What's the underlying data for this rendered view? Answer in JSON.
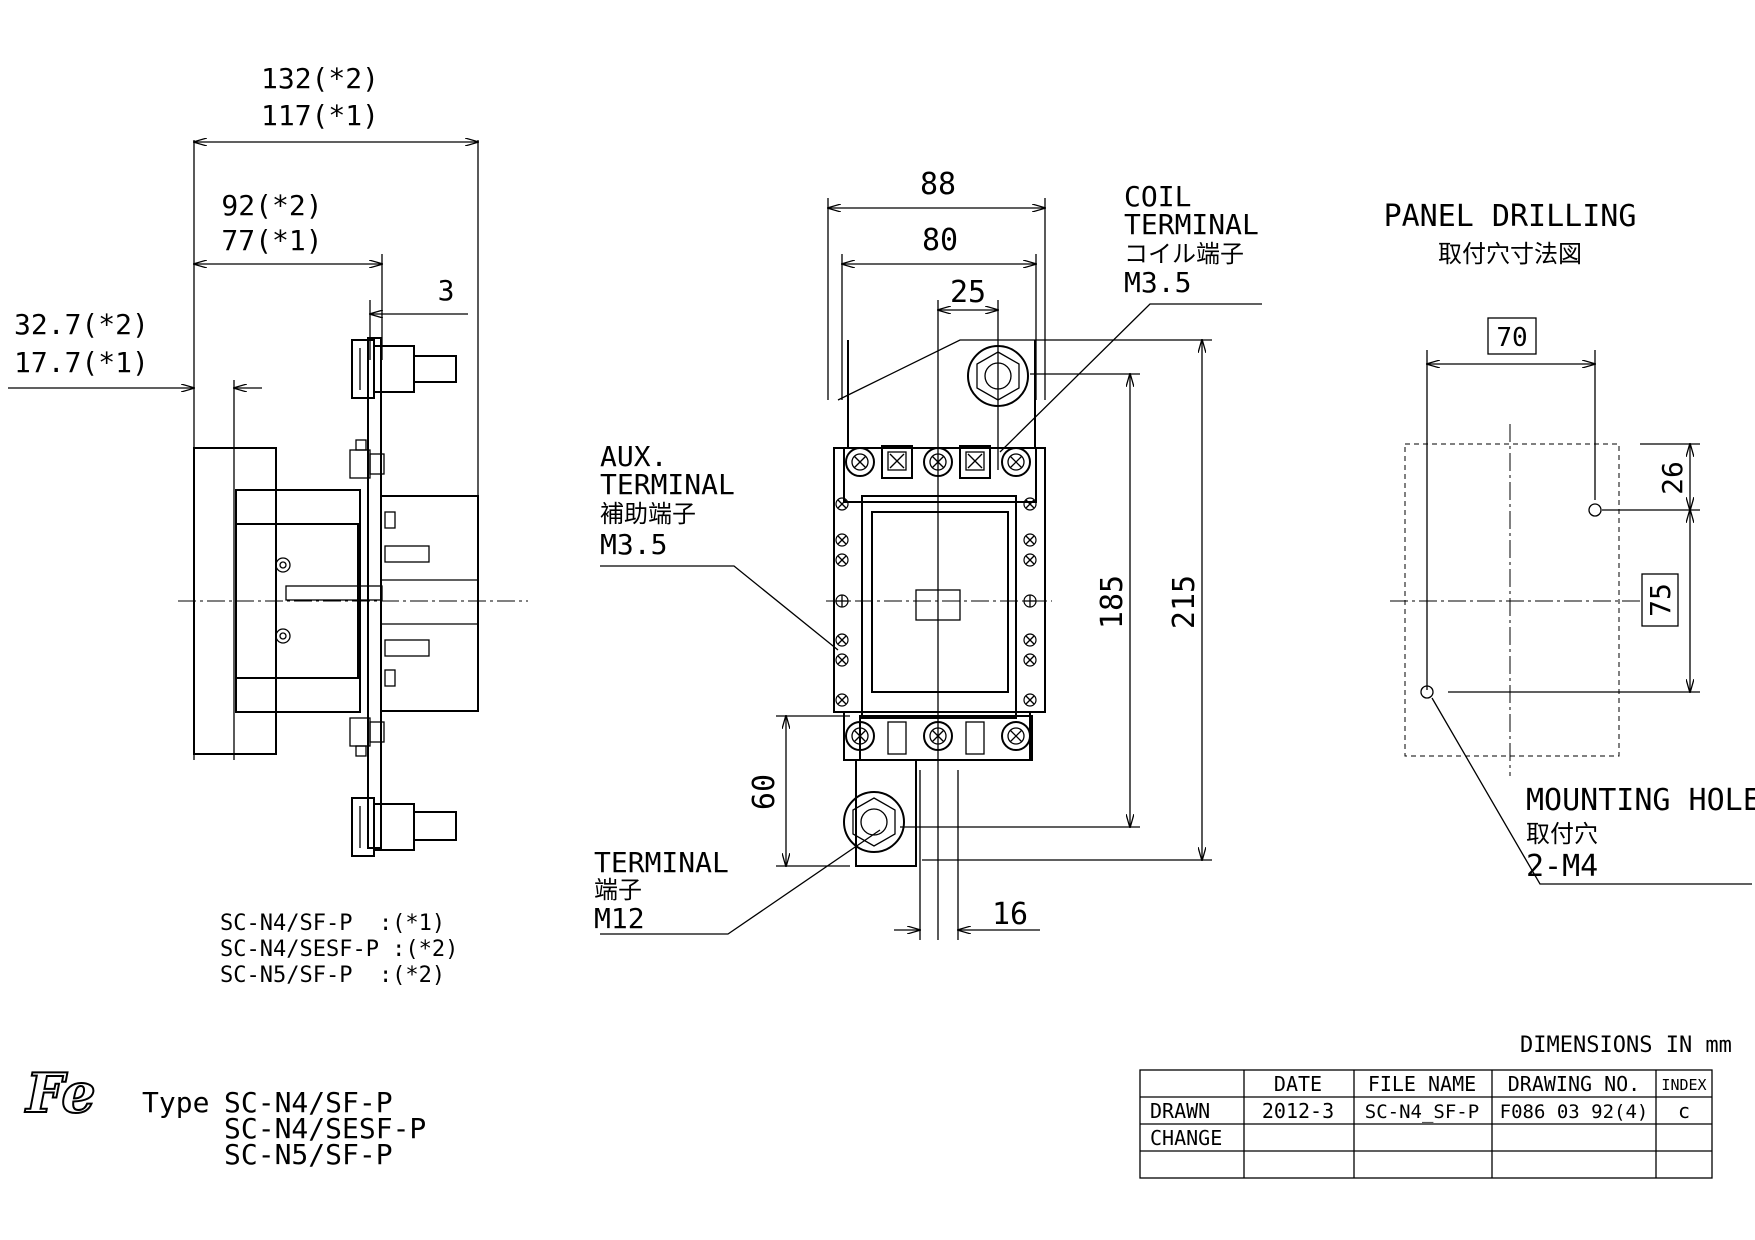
{
  "side_view": {
    "width_total_2": "132(*2)",
    "width_total_1": "117(*1)",
    "width_mid_2": "92(*2)",
    "width_mid_1": "77(*1)",
    "offset_2": "32.7(*2)",
    "offset_1": "17.7(*1)",
    "plate": "3"
  },
  "front_view": {
    "w_outer": "88",
    "w_inner": "80",
    "coil_pitch": "25",
    "h_inner": "185",
    "h_outer": "215",
    "term_h": "60",
    "term_w": "16",
    "coil_label": [
      "COIL",
      "TERMINAL",
      "コイル端子",
      "M3.5"
    ],
    "aux_label": [
      "AUX.",
      "TERMINAL",
      "補助端子",
      "M3.5"
    ],
    "main_label": [
      "TERMINAL",
      "端子",
      "M12"
    ]
  },
  "drilling": {
    "title": "PANEL DRILLING",
    "title_jp": "取付穴寸法図",
    "w": "70",
    "h1": "26",
    "h2": "75",
    "mount_label": [
      "MOUNTING HOLE",
      "取付穴",
      "2-M4"
    ]
  },
  "notes": [
    "SC-N4/SF-P  :(*1)",
    "SC-N4/SESF-P :(*2)",
    "SC-N5/SF-P  :(*2)"
  ],
  "type_block": {
    "prefix": "Type",
    "models": [
      "SC-N4/SF-P",
      "SC-N4/SESF-P",
      "SC-N5/SF-P"
    ]
  },
  "logo": "Fe",
  "units": "DIMENSIONS IN mm",
  "title_block": {
    "headers": [
      "",
      "DATE",
      "FILE NAME",
      "DRAWING NO.",
      "INDEX"
    ],
    "rows": [
      [
        "DRAWN",
        "2012-3",
        "SC-N4_SF-P",
        "F086 03 92(4)",
        "c"
      ],
      [
        "CHANGE",
        "",
        "",
        "",
        ""
      ],
      [
        "",
        "",
        "",
        "",
        ""
      ]
    ]
  }
}
